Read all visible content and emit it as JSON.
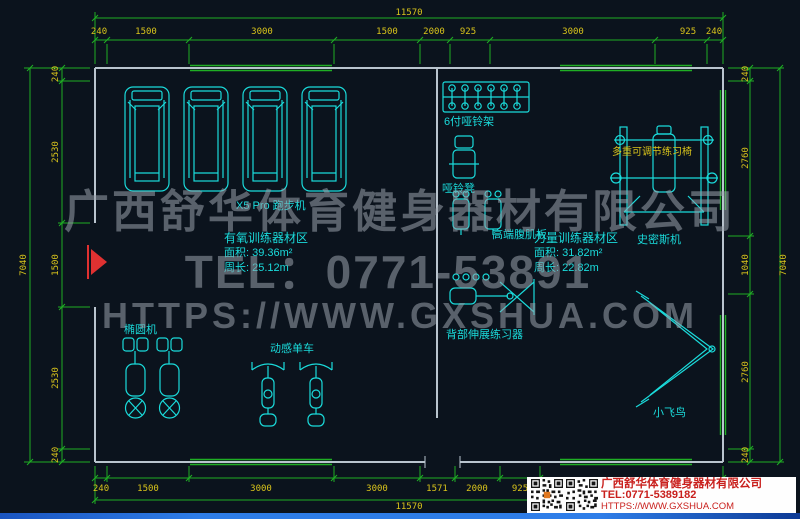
{
  "dimensions": {
    "top_total": "11570",
    "top_chain": [
      "240",
      "1500",
      "3000",
      "1500",
      "2000",
      "925",
      "3000",
      "925",
      "240"
    ],
    "left_total": "7040",
    "left_chain": [
      "240",
      "2530",
      "1500",
      "2530",
      "240"
    ],
    "right_total": "7040",
    "right_chain": [
      "240",
      "2760",
      "1040",
      "2760",
      "240"
    ],
    "bottom_chain": [
      "240",
      "1500",
      "3000",
      "3000",
      "1571",
      "2000",
      "925",
      "240"
    ],
    "bottom_total": "11570"
  },
  "equipment_labels": {
    "treadmill": "X5 Pro 跑步机",
    "dumbbell_rack": "6付哑铃架",
    "dumbbell_bench": "哑铃凳",
    "ab_board": "高端腹肌板",
    "adjustable_bench": "多重可调节练习椅",
    "smith_machine": "史密斯机",
    "back_extension": "背部伸展练习器",
    "elliptical": "椭圆机",
    "spin_bike": "动感单车",
    "cable_fly": "小飞鸟"
  },
  "zones": {
    "aerobic": {
      "title": "有氧训练器材区",
      "area": "面积: 39.36m²",
      "perimeter": "周长: 25.12m"
    },
    "strength": {
      "title": "力量训练器材区",
      "area": "面积: 31.82m²",
      "perimeter": "周长: 22.82m"
    }
  },
  "watermark": {
    "company": "广西舒华体育健身器材有限公司",
    "tel": "TEL：0771-53891",
    "web": "HTTPS://WWW.GXSHUA.COM"
  },
  "info_panel": {
    "company": "广西舒华体育健身器材有限公司",
    "tel": "TEL:0771-5389182",
    "web": "HTTPS://WWW.GXSHUA.COM"
  },
  "palette": {
    "background": "#0b131d",
    "dimension_green": "#1fae24",
    "dimension_text_yellow": "#d9c41b",
    "equipment_cyan": "#1adbdb",
    "wall_gray": "#b9c4ce",
    "door_red": "#e03131",
    "watermark_gray": "#99a1ab",
    "panel_text_red": "#c9201d",
    "bottom_bar_blue": "#2e7de8"
  }
}
